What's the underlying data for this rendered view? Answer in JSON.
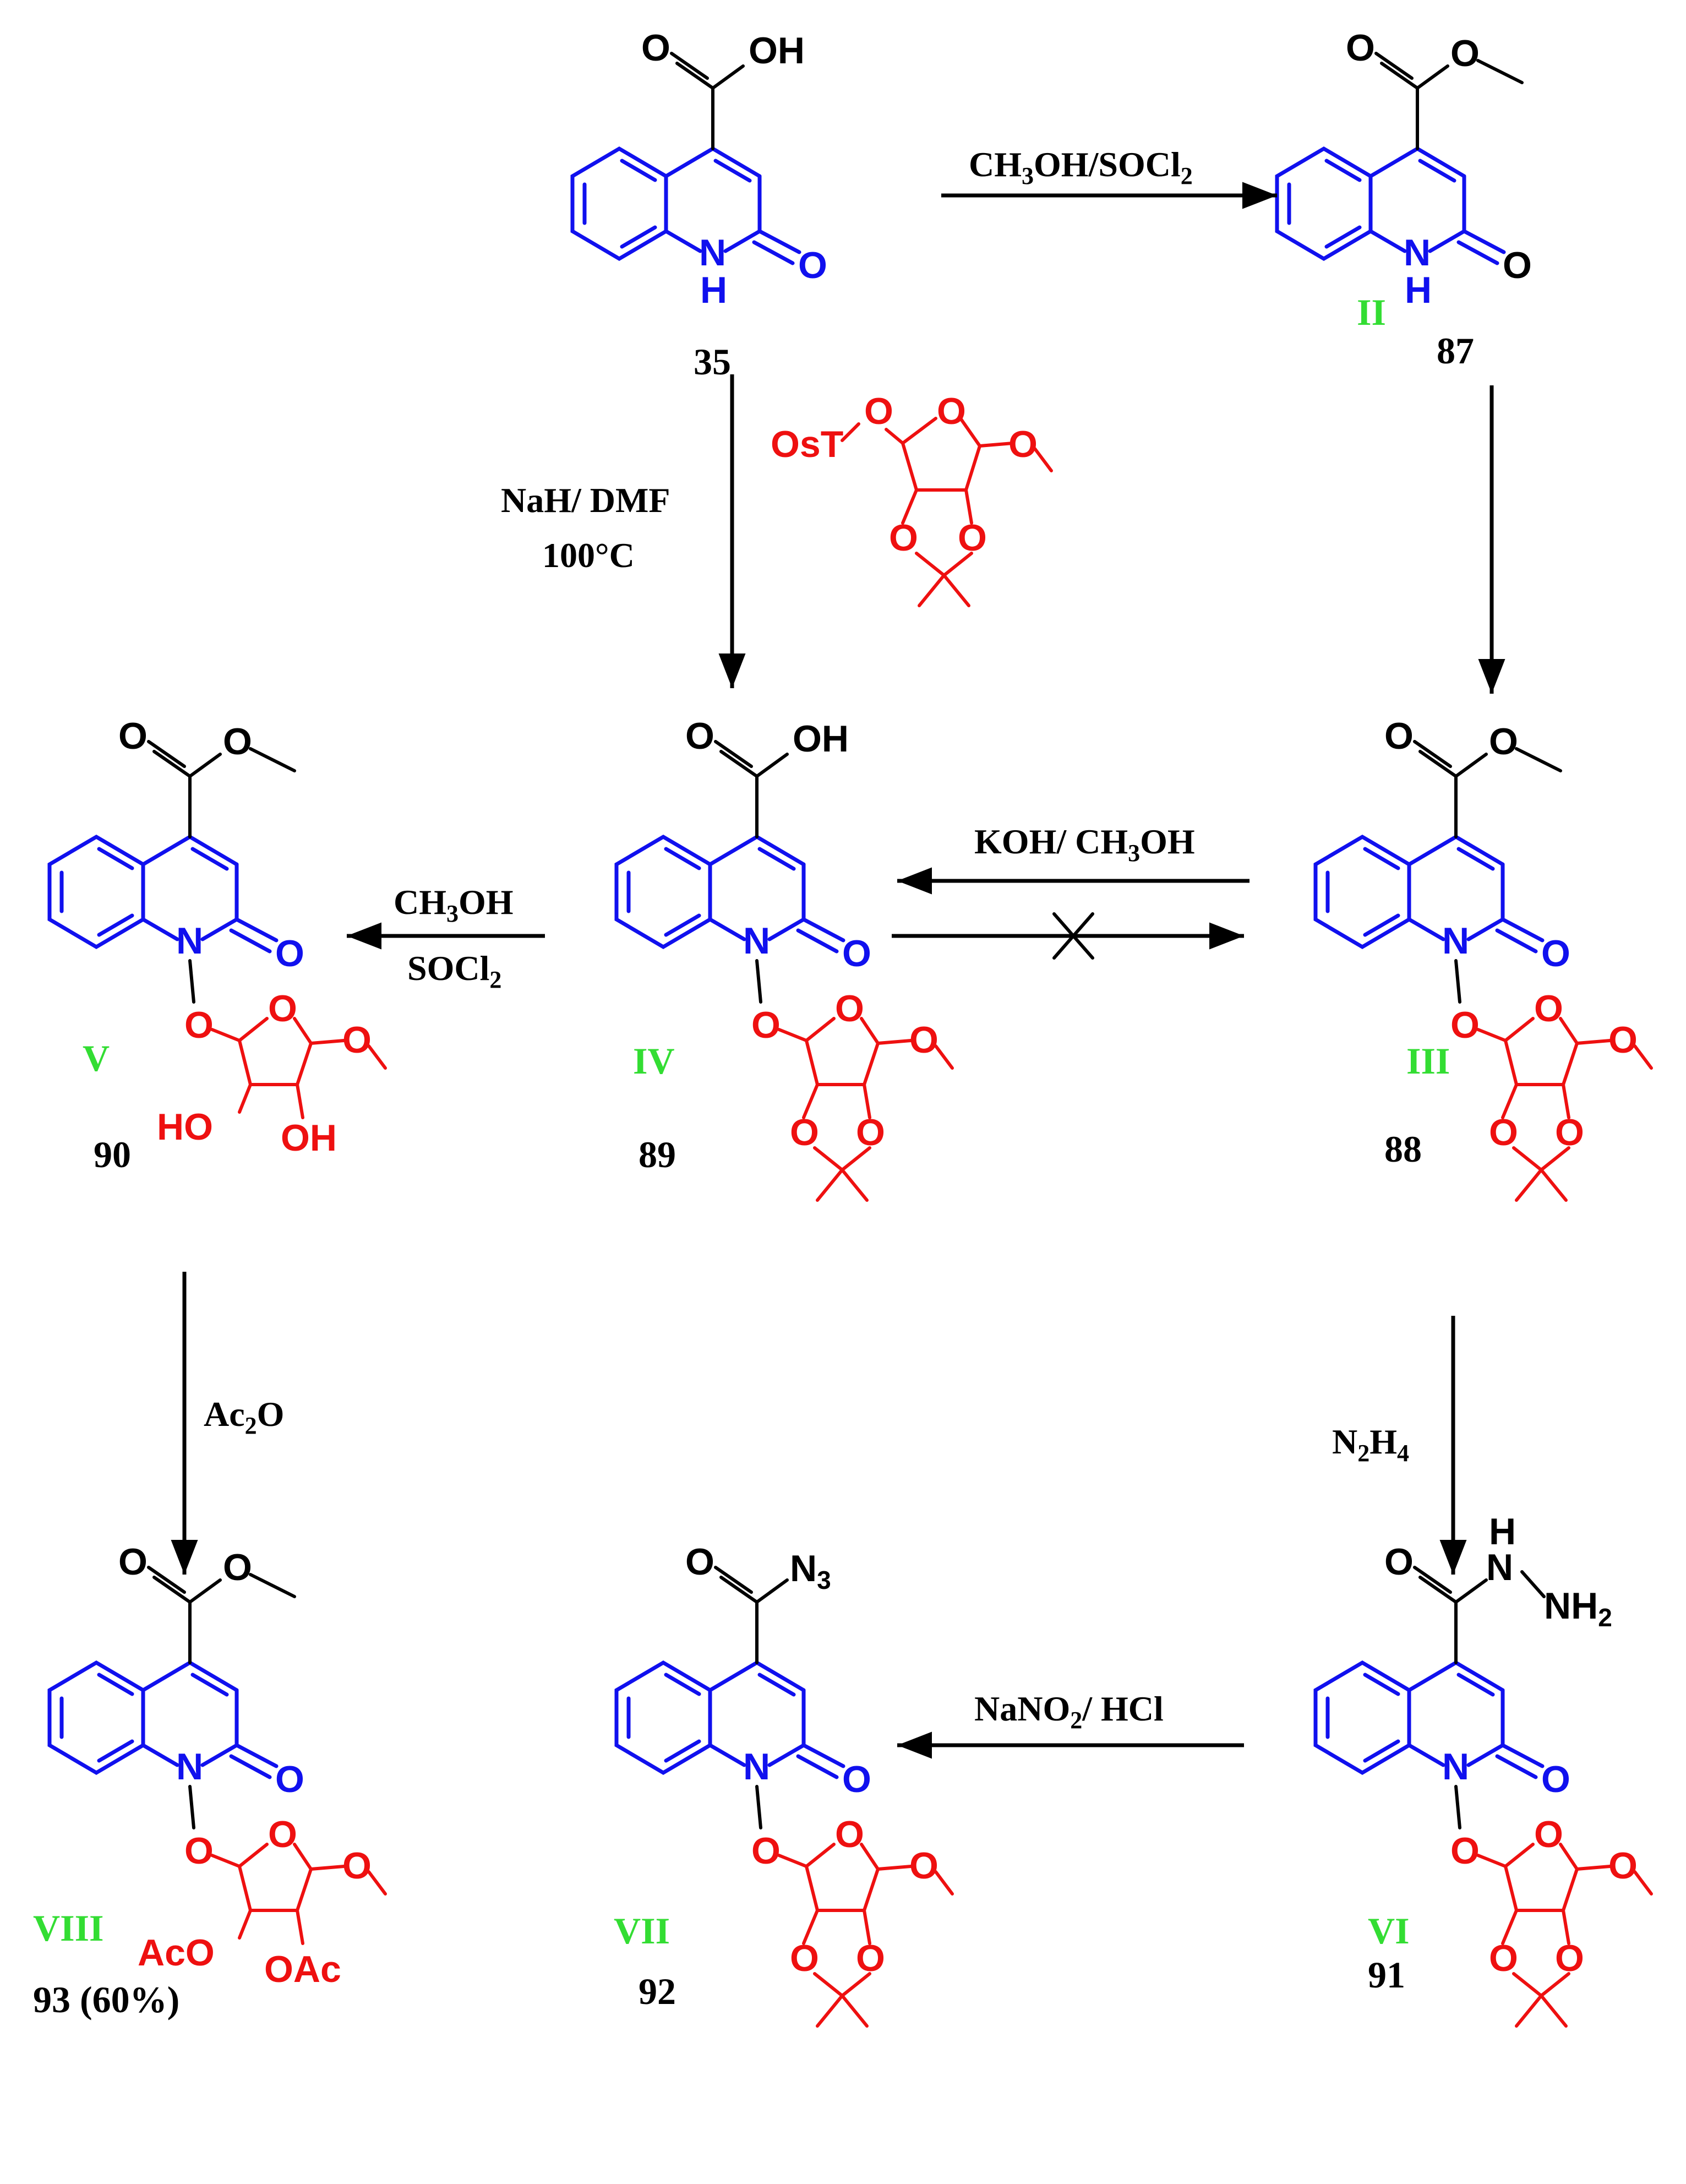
{
  "colors": {
    "core": "#1010ee",
    "sugar": "#ee1010",
    "substituent": "#000000",
    "roman_label": "#33dd33"
  },
  "compounds": [
    {
      "id": "35",
      "roman": "",
      "number": "35",
      "r": "acid",
      "n": "NH",
      "sugar": ""
    },
    {
      "id": "87",
      "roman": "II",
      "number": "87",
      "r": "ester",
      "n": "NH",
      "sugar": ""
    },
    {
      "id": "88",
      "roman": "III",
      "number": "88",
      "r": "ester",
      "n": "N",
      "sugar": "acetonide"
    },
    {
      "id": "89",
      "roman": "IV",
      "number": "89",
      "r": "acid",
      "n": "N",
      "sugar": "acetonide"
    },
    {
      "id": "90",
      "roman": "V",
      "number": "90",
      "r": "ester",
      "n": "N",
      "sugar": "diol"
    },
    {
      "id": "91",
      "roman": "VI",
      "number": "91",
      "r": "hydrazide",
      "n": "N",
      "sugar": "acetonide"
    },
    {
      "id": "92",
      "roman": "VII",
      "number": "92",
      "r": "azide",
      "n": "N",
      "sugar": "acetonide"
    },
    {
      "id": "93",
      "roman": "VIII",
      "number": "93 (60%)",
      "r": "ester",
      "n": "N",
      "sugar": "diacetate"
    }
  ],
  "atom_labels": {
    "oh": "OH",
    "o": "O",
    "n": "N",
    "h": "H",
    "nh": "NH",
    "n3_main": "N",
    "n3_sub": "3",
    "nh2_main": "NH",
    "nh2_sub": "2",
    "sugar_oh": [
      "HO",
      "OH"
    ],
    "sugar_oac": [
      "AcO",
      "OAc"
    ],
    "tosyl": "OsT"
  },
  "reagents": {
    "esterification_top": {
      "a": "CH",
      "a_sub": "3",
      "b": "OH/SOCl",
      "b_sub": "2"
    },
    "alkylation": {
      "line1": "NaH/ DMF",
      "line2": "100°C"
    },
    "hydrolysis": {
      "a": "KOH/ CH",
      "a_sub": "3",
      "b": "OH"
    },
    "esterification_left": {
      "line1_a": "CH",
      "line1_sub": "3",
      "line1_b": "OH",
      "line2_a": "SOCl",
      "line2_sub": "2"
    },
    "acetylation": {
      "a": "Ac",
      "a_sub": "2",
      "b": "O"
    },
    "hydrazinolysis": {
      "a": "N",
      "a_sub": "2",
      "b": "H",
      "b_sub": "4"
    },
    "diazotization": {
      "a": "NaNO",
      "a_sub": "2",
      "b": "/ HCl"
    }
  }
}
